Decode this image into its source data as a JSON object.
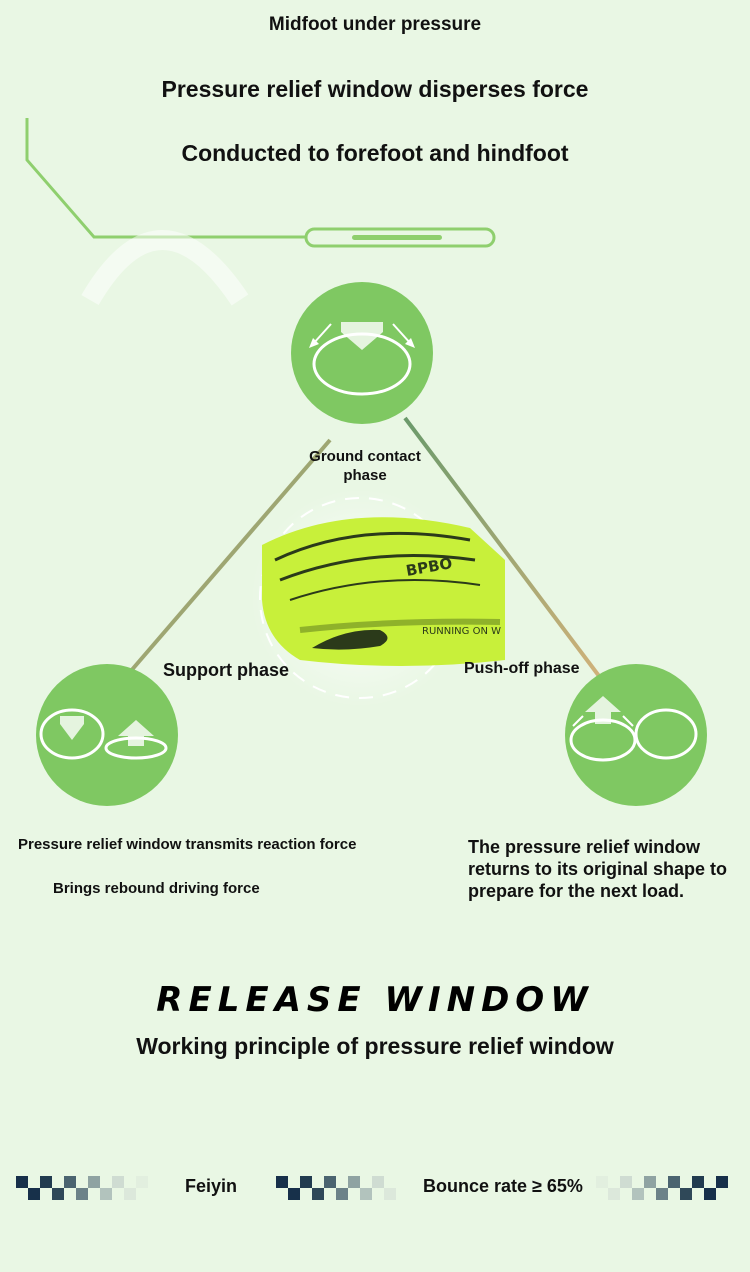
{
  "header": {
    "line1": "Midfoot under pressure",
    "line2": "Pressure relief window disperses force",
    "line3": "Conducted to forefoot and hindfoot"
  },
  "diagram": {
    "phases": {
      "ground_contact": "Ground contact phase",
      "support": "Support phase",
      "push_off": "Push-off phase"
    },
    "descriptions": {
      "left_line1": "Pressure relief window transmits reaction force",
      "left_line2": "Brings rebound driving force",
      "right": "The pressure relief window returns to its original shape to prepare for the next load."
    },
    "shoe_print": {
      "brand": "BPBO",
      "text": "RUNNING ON W"
    },
    "colors": {
      "circle": "#7fc862",
      "shoe": "#c8f03a",
      "background": "#e9f7e4"
    }
  },
  "brand": {
    "title": "RELEASE WINDOW",
    "subtitle": "Working principle of pressure relief window"
  },
  "specs": [
    {
      "label": "Feiyin"
    },
    {
      "label": "Bounce rate ≥ 65%"
    }
  ]
}
